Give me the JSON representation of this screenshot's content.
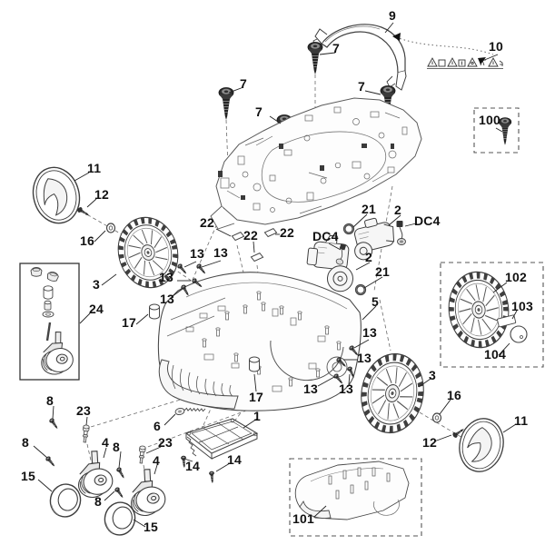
{
  "part_labels": {
    "1": "1",
    "2": "2",
    "3": "3",
    "4": "4",
    "5": "5",
    "6": "6",
    "7": "7",
    "8": "8",
    "9": "9",
    "10": "10",
    "11": "11",
    "12": "12",
    "13": "13",
    "14": "14",
    "15": "15",
    "16": "16",
    "17": "17",
    "21": "21",
    "22": "22",
    "23": "23",
    "24": "24",
    "100": "100",
    "101": "101",
    "102": "102",
    "103": "103",
    "104": "104",
    "DC4": "DC4"
  },
  "icons": {
    "safety_labels": "warning-triangle-strip"
  },
  "colors": {
    "background": "#ffffff",
    "line_art": "#3f3f3f",
    "label_text": "#111111",
    "screw_dark": "#262626"
  }
}
